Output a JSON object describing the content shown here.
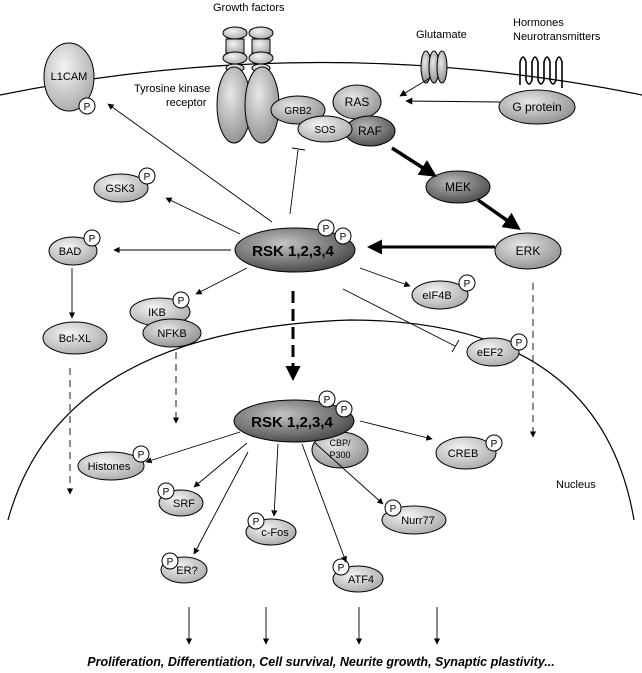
{
  "labels": {
    "growth_factors": "Growth factors",
    "glutamate": "Glutamate",
    "hormones": "Hormones",
    "neurotransmitters": "Neurotransmitters",
    "tyrosine_kinase": "Tyrosine kinase",
    "receptor": "receptor",
    "nucleus": "Nucleus",
    "footer": "Proliferation, Differentiation, Cell survival, Neurite growth, Synaptic plastivity..."
  },
  "nodes": {
    "l1cam": "L1CAM",
    "grb2": "GRB2",
    "ras": "RAS",
    "sos": "SOS",
    "raf": "RAF",
    "g_protein": "G protein",
    "gsk3": "GSK3",
    "mek": "MEK",
    "bad": "BAD",
    "rsk_cyto": "RSK 1,2,3,4",
    "erk": "ERK",
    "ikb": "IKB",
    "nfkb": "NFKB",
    "eif4b": "eIF4B",
    "bcl_xl": "Bcl-XL",
    "eef2": "eEF2",
    "rsk_nuc": "RSK 1,2,3,4",
    "cbp": "CBP/",
    "p300": "P300",
    "creb": "CREB",
    "histones": "Histones",
    "srf": "SRF",
    "nurr77": "Nurr77",
    "cfos": "c-Fos",
    "er": "ER?",
    "atf4": "ATF4"
  },
  "phospho": "P",
  "colors": {
    "stroke": "#000000",
    "node_light": "#d6d6d6",
    "node_mid": "#bdbdbd",
    "node_dark": "#5f5f5f",
    "rsk_fill": "#6a6a6a",
    "rsk_highlight": "#b0b0b0"
  }
}
